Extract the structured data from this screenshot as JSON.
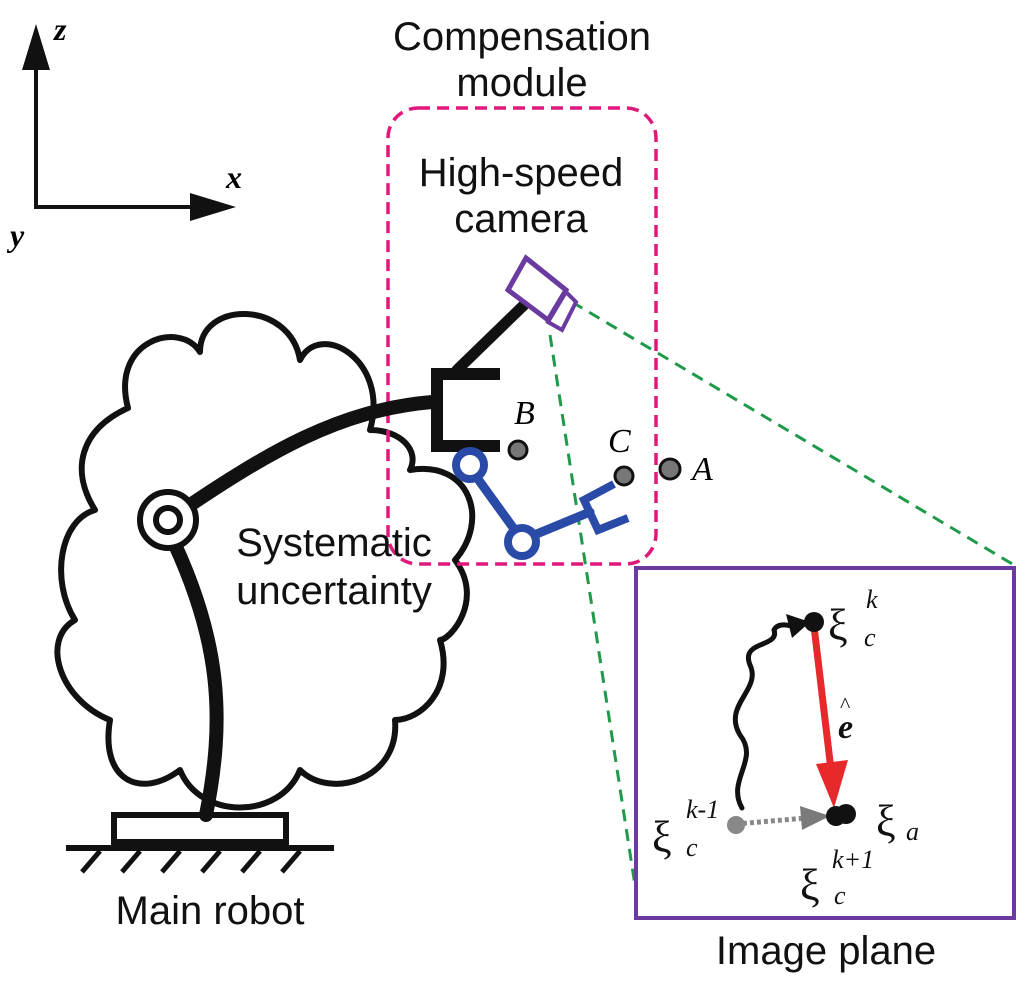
{
  "axes": {
    "z": "z",
    "x": "x",
    "y": "y"
  },
  "compensation": {
    "line1": "Compensation",
    "line2": "module"
  },
  "camera": {
    "line1": "High-speed",
    "line2": "camera"
  },
  "points": {
    "a": "A",
    "b": "B",
    "c": "C"
  },
  "uncertainty": {
    "line1": "Systematic",
    "line2": "uncertainty"
  },
  "robot": {
    "label": "Main robot"
  },
  "image_plane": {
    "title": "Image plane",
    "xi": "ξ",
    "xi_k_sup": "k",
    "xi_k_sub": "c",
    "xi_km1_sup": "k-1",
    "xi_km1_sub": "c",
    "xi_kp1_sup": "k+1",
    "xi_kp1_sub": "c",
    "xi_a_sub": "a",
    "e_hat": "e",
    "hat": "^"
  },
  "colors": {
    "magenta_box": "#e0187c",
    "green_dash": "#1f9a4a",
    "purple": "#6a3aa0",
    "blue_arm": "#2a4aa8",
    "red_arrow": "#e8292b",
    "gray_arrow": "#7a7a7a"
  }
}
